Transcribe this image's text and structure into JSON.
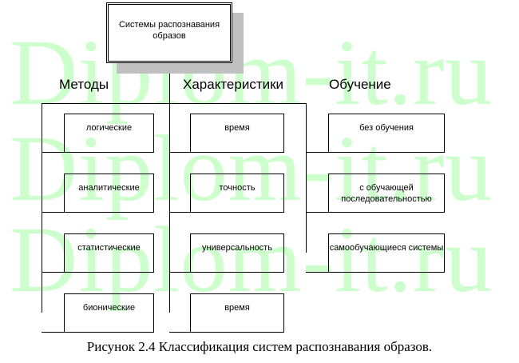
{
  "watermark": "Diplom-it.ru",
  "root": "Системы распознавания образов",
  "groups": [
    {
      "title": "Методы",
      "items": [
        "логические",
        "аналитические",
        "статистические",
        "бионические"
      ]
    },
    {
      "title": "Характеристики",
      "items": [
        "время",
        "точность",
        "универсальность",
        "время"
      ]
    },
    {
      "title": "Обучение",
      "items": [
        "без обучения",
        "с обучающей последовательностью",
        "самообучающиеся системы"
      ]
    }
  ],
  "caption": "Рисунок 2.4 Классификация систем распознавания образов."
}
